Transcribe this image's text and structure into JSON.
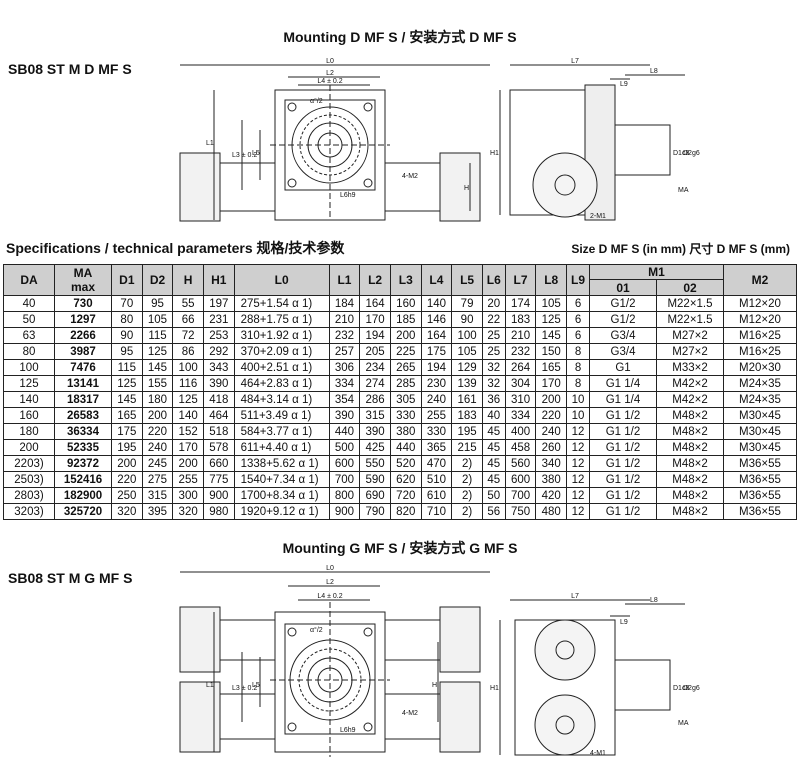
{
  "section1": {
    "title": "Mounting  D MF S / 安装方式 D MF S",
    "model": "SB08 ST M D MF S"
  },
  "section2": {
    "title": "Mounting  G MF S / 安装方式 G MF S",
    "model": "SB08 ST M G MF S"
  },
  "specs": {
    "heading": "Specifications / technical parameters  规格/技术参数",
    "size_note": "Size D MF S (in mm)   尺寸 D MF S (mm)",
    "headers": {
      "da": "DA",
      "ma": "MA",
      "ma_sub": "max",
      "d1": "D1",
      "d2": "D2",
      "h": "H",
      "h1": "H1",
      "l0": "L0",
      "l1": "L1",
      "l2": "L2",
      "l3": "L3",
      "l4": "L4",
      "l5": "L5",
      "l6": "L6",
      "l7": "L7",
      "l8": "L8",
      "l9": "L9",
      "m1": "M1",
      "m1_01": "01",
      "m1_02": "02",
      "m2": "M2"
    },
    "rows": [
      {
        "da": "40",
        "ma": "730",
        "d1": "70",
        "d2": "95",
        "h": "55",
        "h1": "197",
        "l0": "275+1.54 α 1)",
        "l1": "184",
        "l2": "164",
        "l3": "160",
        "l4": "140",
        "l5": "79",
        "l6": "20",
        "l7": "174",
        "l8": "105",
        "l9": "6",
        "m1a": "G1/2",
        "m1b": "M22×1.5",
        "m2": "M12×20"
      },
      {
        "da": "50",
        "ma": "1297",
        "d1": "80",
        "d2": "105",
        "h": "66",
        "h1": "231",
        "l0": "288+1.75 α 1)",
        "l1": "210",
        "l2": "170",
        "l3": "185",
        "l4": "146",
        "l5": "90",
        "l6": "22",
        "l7": "183",
        "l8": "125",
        "l9": "6",
        "m1a": "G1/2",
        "m1b": "M22×1.5",
        "m2": "M12×20"
      },
      {
        "da": "63",
        "ma": "2266",
        "d1": "90",
        "d2": "115",
        "h": "72",
        "h1": "253",
        "l0": "310+1.92 α 1)",
        "l1": "232",
        "l2": "194",
        "l3": "200",
        "l4": "164",
        "l5": "100",
        "l6": "25",
        "l7": "210",
        "l8": "145",
        "l9": "6",
        "m1a": "G3/4",
        "m1b": "M27×2",
        "m2": "M16×25"
      },
      {
        "da": "80",
        "ma": "3987",
        "d1": "95",
        "d2": "125",
        "h": "86",
        "h1": "292",
        "l0": "370+2.09 α 1)",
        "l1": "257",
        "l2": "205",
        "l3": "225",
        "l4": "175",
        "l5": "105",
        "l6": "25",
        "l7": "232",
        "l8": "150",
        "l9": "8",
        "m1a": "G3/4",
        "m1b": "M27×2",
        "m2": "M16×25"
      },
      {
        "da": "100",
        "ma": "7476",
        "d1": "115",
        "d2": "145",
        "h": "100",
        "h1": "343",
        "l0": "400+2.51 α 1)",
        "l1": "306",
        "l2": "234",
        "l3": "265",
        "l4": "194",
        "l5": "129",
        "l6": "32",
        "l7": "264",
        "l8": "165",
        "l9": "8",
        "m1a": "G1",
        "m1b": "M33×2",
        "m2": "M20×30"
      },
      {
        "da": "125",
        "ma": "13141",
        "d1": "125",
        "d2": "155",
        "h": "116",
        "h1": "390",
        "l0": "464+2.83 α 1)",
        "l1": "334",
        "l2": "274",
        "l3": "285",
        "l4": "230",
        "l5": "139",
        "l6": "32",
        "l7": "304",
        "l8": "170",
        "l9": "8",
        "m1a": "G1 1/4",
        "m1b": "M42×2",
        "m2": "M24×35"
      },
      {
        "da": "140",
        "ma": "18317",
        "d1": "145",
        "d2": "180",
        "h": "125",
        "h1": "418",
        "l0": "484+3.14 α 1)",
        "l1": "354",
        "l2": "286",
        "l3": "305",
        "l4": "240",
        "l5": "161",
        "l6": "36",
        "l7": "310",
        "l8": "200",
        "l9": "10",
        "m1a": "G1 1/4",
        "m1b": "M42×2",
        "m2": "M24×35"
      },
      {
        "da": "160",
        "ma": "26583",
        "d1": "165",
        "d2": "200",
        "h": "140",
        "h1": "464",
        "l0": "511+3.49 α 1)",
        "l1": "390",
        "l2": "315",
        "l3": "330",
        "l4": "255",
        "l5": "183",
        "l6": "40",
        "l7": "334",
        "l8": "220",
        "l9": "10",
        "m1a": "G1 1/2",
        "m1b": "M48×2",
        "m2": "M30×45"
      },
      {
        "da": "180",
        "ma": "36334",
        "d1": "175",
        "d2": "220",
        "h": "152",
        "h1": "518",
        "l0": "584+3.77 α 1)",
        "l1": "440",
        "l2": "390",
        "l3": "380",
        "l4": "330",
        "l5": "195",
        "l6": "45",
        "l7": "400",
        "l8": "240",
        "l9": "12",
        "m1a": "G1 1/2",
        "m1b": "M48×2",
        "m2": "M30×45"
      },
      {
        "da": "200",
        "ma": "52335",
        "d1": "195",
        "d2": "240",
        "h": "170",
        "h1": "578",
        "l0": "611+4.40 α 1)",
        "l1": "500",
        "l2": "425",
        "l3": "440",
        "l4": "365",
        "l5": "215",
        "l6": "45",
        "l7": "458",
        "l8": "260",
        "l9": "12",
        "m1a": "G1 1/2",
        "m1b": "M48×2",
        "m2": "M30×45"
      },
      {
        "da": "2203)",
        "ma": "92372",
        "d1": "200",
        "d2": "245",
        "h": "200",
        "h1": "660",
        "l0": "1338+5.62 α 1)",
        "l1": "600",
        "l2": "550",
        "l3": "520",
        "l4": "470",
        "l5": "2)",
        "l6": "45",
        "l7": "560",
        "l8": "340",
        "l9": "12",
        "m1a": "G1 1/2",
        "m1b": "M48×2",
        "m2": "M36×55"
      },
      {
        "da": "2503)",
        "ma": "152416",
        "d1": "220",
        "d2": "275",
        "h": "255",
        "h1": "775",
        "l0": "1540+7.34 α 1)",
        "l1": "700",
        "l2": "590",
        "l3": "620",
        "l4": "510",
        "l5": "2)",
        "l6": "45",
        "l7": "600",
        "l8": "380",
        "l9": "12",
        "m1a": "G1 1/2",
        "m1b": "M48×2",
        "m2": "M36×55"
      },
      {
        "da": "2803)",
        "ma": "182900",
        "d1": "250",
        "d2": "315",
        "h": "300",
        "h1": "900",
        "l0": "1700+8.34 α 1)",
        "l1": "800",
        "l2": "690",
        "l3": "720",
        "l4": "610",
        "l5": "2)",
        "l6": "50",
        "l7": "700",
        "l8": "420",
        "l9": "12",
        "m1a": "G1 1/2",
        "m1b": "M48×2",
        "m2": "M36×55"
      },
      {
        "da": "3203)",
        "ma": "325720",
        "d1": "320",
        "d2": "395",
        "h": "320",
        "h1": "980",
        "l0": "1920+9.12 α 1)",
        "l1": "900",
        "l2": "790",
        "l3": "820",
        "l4": "710",
        "l5": "2)",
        "l6": "56",
        "l7": "750",
        "l8": "480",
        "l9": "12",
        "m1a": "G1 1/2",
        "m1b": "M48×2",
        "m2": "M36×55"
      }
    ]
  },
  "drawing_labels": {
    "l0": "L0",
    "l1": "L1",
    "l2": "L2",
    "l3": "L3 ± 0.2",
    "l4": "L4 ± 0.2",
    "l5": "L5",
    "l6h9": "L6h9",
    "l7": "L7",
    "l8": "L8",
    "l9": "L9",
    "h": "H",
    "h1": "H1",
    "d1c8": "D1c8",
    "d2g6": "D2g6",
    "ma": "MA",
    "m1": "2-M1",
    "m1b": "4-M1",
    "m2": "4-M2",
    "alpha": "α°/2"
  }
}
